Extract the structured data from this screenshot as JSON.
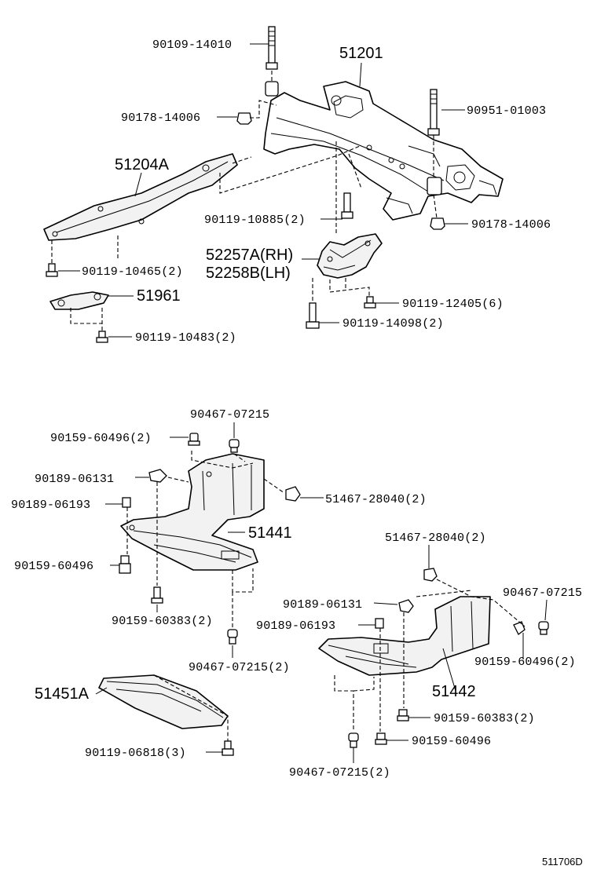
{
  "labels": {
    "p90109_14010": "90109-14010",
    "p51201": "51201",
    "p90178_14006_a": "90178-14006",
    "p90951_01003": "90951-01003",
    "p51204A": "51204A",
    "p90119_10885": "90119-10885(2)",
    "p90178_14006_b": "90178-14006",
    "p52257A": "52257A(RH)",
    "p52258B": "52258B(LH)",
    "p90119_10465": "90119-10465(2)",
    "p51961": "51961",
    "p90119_12405": "90119-12405(6)",
    "p90119_14098": "90119-14098(2)",
    "p90119_10483": "90119-10483(2)",
    "p90467_07215_a": "90467-07215",
    "p90159_60496_a": "90159-60496(2)",
    "p90189_06131_a": "90189-06131",
    "p51467_28040_a": "51467-28040(2)",
    "p90189_06193_a": "90189-06193",
    "p51441": "51441",
    "p90159_60496_b": "90159-60496",
    "p51467_28040_b": "51467-28040(2)",
    "p90467_07215_b": "90467-07215",
    "p90189_06131_b": "90189-06131",
    "p90159_60383_a": "90159-60383(2)",
    "p90189_06193_b": "90189-06193",
    "p90159_60496_c": "90159-60496(2)",
    "p90467_07215_c": "90467-07215(2)",
    "p51442": "51442",
    "p51451A": "51451A",
    "p90159_60383_b": "90159-60383(2)",
    "p90159_60496_d": "90159-60496",
    "p90119_06818": "90119-06818(3)",
    "p90467_07215_d": "90467-07215(2)",
    "ref_code": "511706D"
  }
}
